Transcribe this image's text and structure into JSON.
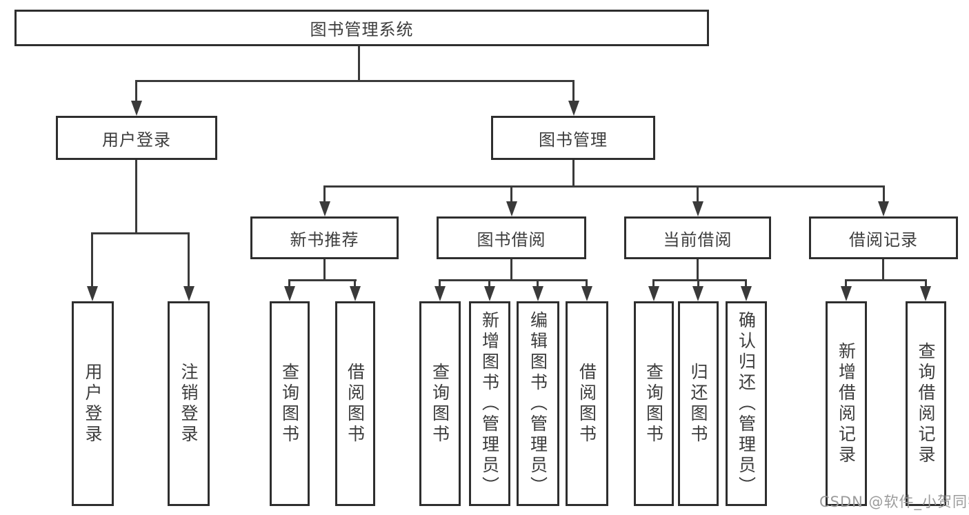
{
  "diagram": {
    "title": "图书管理系统",
    "colors": {
      "line": "#3a3a3a",
      "box_border": "#2e2e2e",
      "text": "#3c3c3c",
      "watermark": "#9b9b9b",
      "background": "#ffffff"
    },
    "nodes": {
      "root": {
        "label": "图书管理系统"
      },
      "user_login": {
        "label": "用户登录"
      },
      "book_management": {
        "label": "图书管理"
      },
      "new_book_recommend": {
        "label": "新书推荐"
      },
      "book_borrow": {
        "label": "图书借阅"
      },
      "current_borrow": {
        "label": "当前借阅"
      },
      "borrow_records": {
        "label": "借阅记录"
      },
      "u_login": {
        "label": "用户登录"
      },
      "u_logout": {
        "label": "注销登录"
      },
      "nb_query": {
        "label": "查询图书"
      },
      "nb_borrow": {
        "label": "借阅图书"
      },
      "bb_query": {
        "label": "查询图书"
      },
      "bb_add": {
        "label": "新增图书（管理员）"
      },
      "bb_edit": {
        "label": "编辑图书（管理员）"
      },
      "bb_borrow": {
        "label": "借阅图书"
      },
      "cb_query": {
        "label": "查询图书"
      },
      "cb_return": {
        "label": "归还图书"
      },
      "cb_confirm": {
        "label": "确认归还（管理员）"
      },
      "br_add": {
        "label": "新增借阅记录"
      },
      "br_query": {
        "label": "查询借阅记录"
      }
    },
    "hierarchy": {
      "root": "图书管理系统",
      "children": [
        {
          "label": "用户登录",
          "children": [
            "用户登录",
            "注销登录"
          ]
        },
        {
          "label": "图书管理",
          "children": [
            {
              "label": "新书推荐",
              "children": [
                "查询图书",
                "借阅图书"
              ]
            },
            {
              "label": "图书借阅",
              "children": [
                "查询图书",
                "新增图书（管理员）",
                "编辑图书（管理员）",
                "借阅图书"
              ]
            },
            {
              "label": "当前借阅",
              "children": [
                "查询图书",
                "归还图书",
                "确认归还（管理员）"
              ]
            },
            {
              "label": "借阅记录",
              "children": [
                "新增借阅记录",
                "查询借阅记录"
              ]
            }
          ]
        }
      ]
    }
  },
  "watermark": {
    "text": "CSDN @软件_小贺同学"
  }
}
